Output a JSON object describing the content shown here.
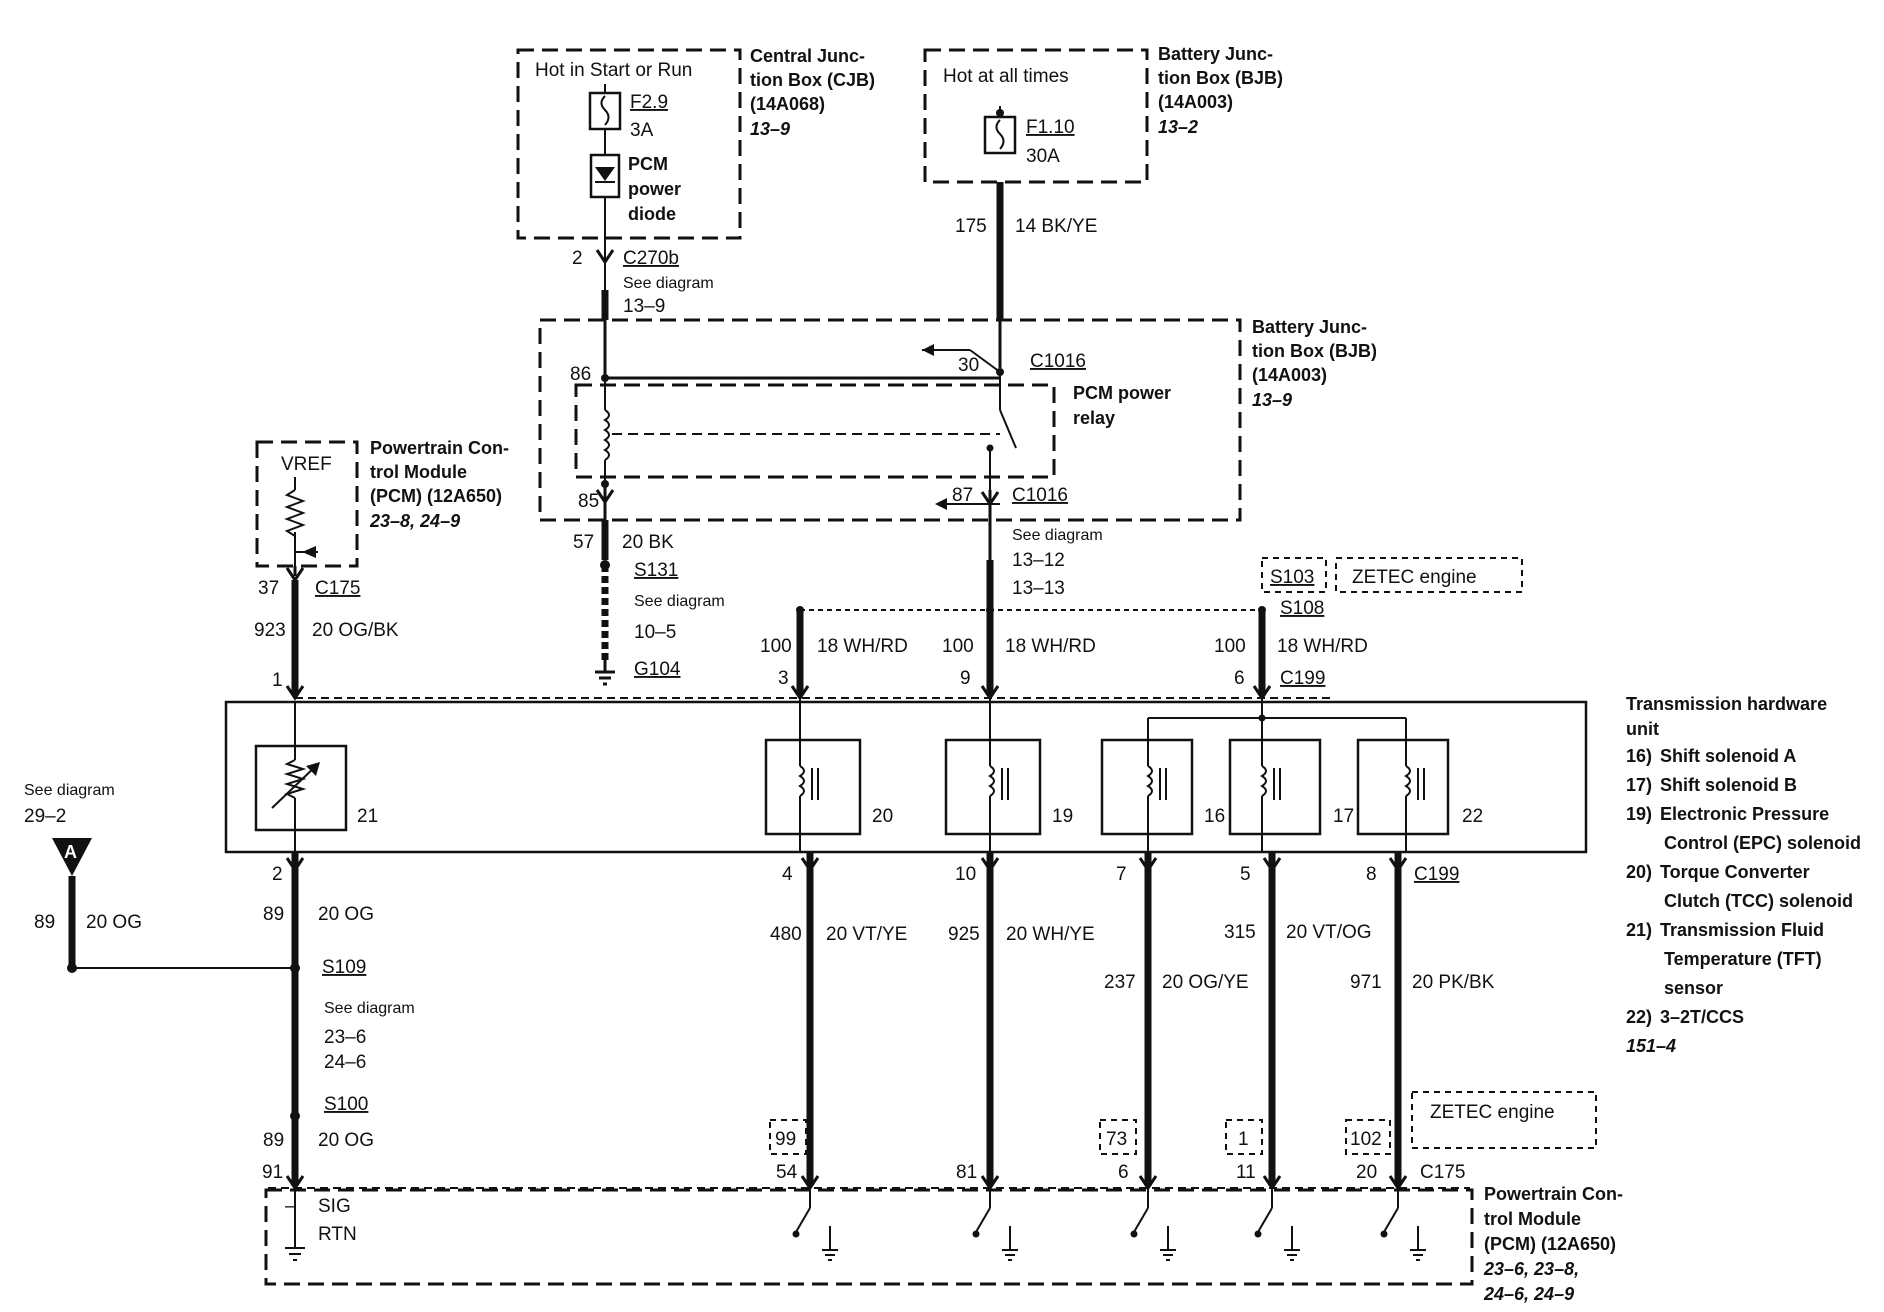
{
  "cjb": {
    "hot": "Hot in Start or Run",
    "fuse_id": "F2.9",
    "fuse_rating": "3A",
    "diode_label": [
      "PCM",
      "power",
      "diode"
    ],
    "title": [
      "Central Junc-",
      "tion Box (CJB)",
      "(14A068)"
    ],
    "ref": "13–9"
  },
  "bjb_top": {
    "hot": "Hot at all times",
    "fuse_id": "F1.10",
    "fuse_rating": "30A",
    "title": [
      "Battery Junc-",
      "tion Box (BJB)",
      "(14A003)"
    ],
    "ref": "13–2"
  },
  "wire_175": {
    "circuit": "175",
    "color": "14 BK/YE"
  },
  "c270b": {
    "pin": "2",
    "connector": "C270b",
    "see": "See diagram",
    "see_ref": "13–9"
  },
  "relay": {
    "title": [
      "Battery Junc-",
      "tion Box (BJB)",
      "(14A003)"
    ],
    "title_ref": "13–9",
    "label": [
      "PCM power",
      "relay"
    ],
    "pin86": "86",
    "pin85": "85",
    "pin30": "30",
    "pin87": "87",
    "c1016_top": "C1016",
    "c1016_bot": "C1016",
    "see": "See diagram",
    "see_refs": [
      "13–12",
      "13–13"
    ]
  },
  "ground_57": {
    "circuit": "57",
    "color": "20 BK",
    "splice": "S131",
    "see": "See diagram",
    "see_ref": "10–5",
    "ground": "G104"
  },
  "pcm_vref": {
    "vref": "VREF",
    "title": [
      "Powertrain Con-",
      "trol Module",
      "(PCM) (12A650)"
    ],
    "ref": "23–8, 24–9",
    "pin": "37",
    "connector": "C175",
    "circuit": "923",
    "color": "20 OG/BK",
    "tran_pin": "1"
  },
  "splices": {
    "s103": "S103",
    "zetec_top": "ZETEC engine",
    "s108": "S108",
    "zetec_bottom": "ZETEC engine"
  },
  "feeds": [
    {
      "circuit": "100",
      "color": "18 WH/RD",
      "pin": "3"
    },
    {
      "circuit": "100",
      "color": "18 WH/RD",
      "pin": "9"
    },
    {
      "circuit": "100",
      "color": "18 WH/RD",
      "pin": "6"
    }
  ],
  "c199_top": "C199",
  "c199_bottom": "C199",
  "transmission": {
    "title": [
      "Transmission hardware",
      "unit"
    ],
    "components": [
      {
        "num": "16)",
        "name": "Shift solenoid A"
      },
      {
        "num": "17)",
        "name": "Shift solenoid B"
      },
      {
        "num": "19)",
        "name": "Electronic Pressure",
        "name2": "Control (EPC) solenoid"
      },
      {
        "num": "20)",
        "name": "Torque Converter",
        "name2": "Clutch (TCC) solenoid"
      },
      {
        "num": "21)",
        "name": "Transmission Fluid",
        "name2": "Temperature (TFT)",
        "name3": "sensor"
      },
      {
        "num": "22)",
        "name": "3–2T/CCS"
      }
    ],
    "ref": "151–4",
    "tft_label": "21",
    "solenoid_labels": [
      "20",
      "19",
      "16",
      "17",
      "22"
    ]
  },
  "connector_a": {
    "see": "See diagram",
    "ref": "29–2",
    "letter": "A",
    "circuit": "89",
    "color": "20 OG"
  },
  "tft_out": {
    "pin": "2",
    "circuit": "89",
    "color": "20 OG",
    "s109": "S109",
    "see": "See diagram",
    "see_refs": [
      "23–6",
      "24–6"
    ],
    "s100": "S100",
    "circuit2": "89",
    "color2": "20 OG",
    "pcm_pin": "91"
  },
  "outputs": [
    {
      "tran_pin": "4",
      "circuit": "480",
      "color": "20 VT/YE",
      "alt": "99",
      "pcm_pin": "54"
    },
    {
      "tran_pin": "10",
      "circuit": "925",
      "color": "20 WH/YE",
      "alt": "",
      "pcm_pin": "81"
    },
    {
      "tran_pin": "7",
      "circuit": "237",
      "color": "20 OG/YE",
      "alt": "73",
      "pcm_pin": "6"
    },
    {
      "tran_pin": "5",
      "circuit": "315",
      "color": "20 VT/OG",
      "alt": "1",
      "pcm_pin": "11"
    },
    {
      "tran_pin": "8",
      "circuit": "971",
      "color": "20 PK/BK",
      "alt": "102",
      "pcm_pin": "20"
    }
  ],
  "pcm_bottom": {
    "minus": "–",
    "sig": "SIG",
    "rtn": "RTN",
    "connector": "C175",
    "title": [
      "Powertrain Con-",
      "trol Module",
      "(PCM) (12A650)"
    ],
    "refs": [
      "23–6, 23–8,",
      "24–6, 24–9"
    ]
  }
}
